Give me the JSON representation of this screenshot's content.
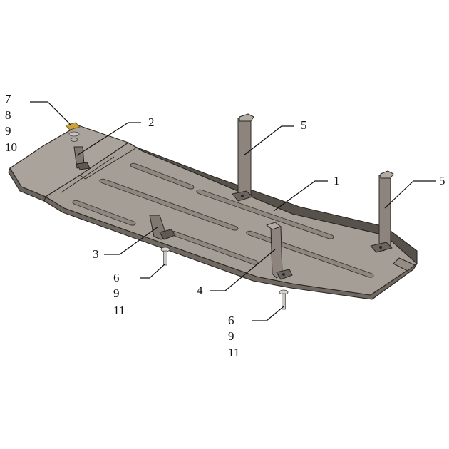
{
  "colors": {
    "plate_top": "#a59e97",
    "plate_side": "#6f6861",
    "plate_dark": "#57514b",
    "bracket": "#8d857d",
    "bracket_dark": "#5f5953",
    "bolt": "#c9c6c2",
    "washer_gold": "#c9a23b",
    "line": "#111111"
  },
  "callouts": {
    "c1": "1",
    "c2": "2",
    "c3": "3",
    "c4": "4",
    "c5a": "5",
    "c5b": "5",
    "group_top_left": [
      "7",
      "8",
      "9",
      "10"
    ],
    "group_middle": [
      "6",
      "9",
      "11"
    ],
    "group_right": [
      "6",
      "9",
      "11"
    ]
  }
}
